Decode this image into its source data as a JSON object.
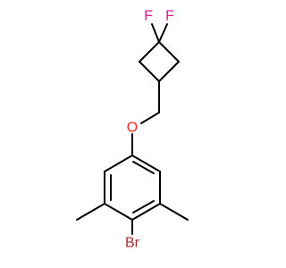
{
  "molecule": {
    "atoms": {
      "fluorine_left": {
        "symbol": "F",
        "color": "#E0188F"
      },
      "fluorine_right": {
        "symbol": "F",
        "color": "#E0188F"
      },
      "oxygen": {
        "symbol": "O",
        "color": "#E8281C"
      },
      "bromine": {
        "symbol": "Br",
        "color": "#A52A2A"
      }
    }
  },
  "colors": {
    "bond": "#000000",
    "background": "#FFFFFF"
  }
}
